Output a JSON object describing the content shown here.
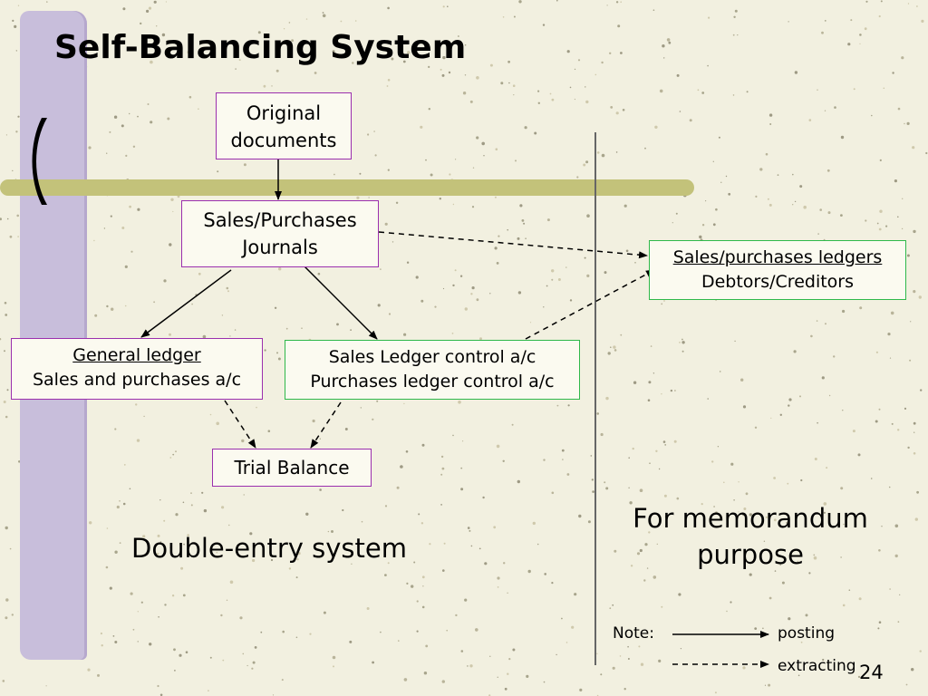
{
  "slide": {
    "title": "Self-Balancing System",
    "page_number": "24"
  },
  "boxes": {
    "original_documents": [
      "Original",
      "documents"
    ],
    "journals": [
      "Sales/Purchases",
      "Journals"
    ],
    "subsidiary_ledgers": [
      "Sales/purchases ledgers",
      "Debtors/Creditors"
    ],
    "general_ledger": [
      "General ledger",
      "Sales and purchases a/c"
    ],
    "control_accounts": [
      "Sales Ledger control a/c",
      "Purchases ledger control a/c"
    ],
    "trial_balance": "Trial Balance"
  },
  "regions": {
    "double_entry": "Double-entry system",
    "memorandum": [
      "For memorandum",
      "purpose"
    ]
  },
  "legend": {
    "note": "Note:",
    "posting": "posting",
    "extracting": "extracting"
  },
  "colors": {
    "journal_box_border": "#9b2fae",
    "memorandum_box_border": "#2fb84a",
    "side_bar": "#c8bedb",
    "top_bar": "#c3c27a"
  }
}
